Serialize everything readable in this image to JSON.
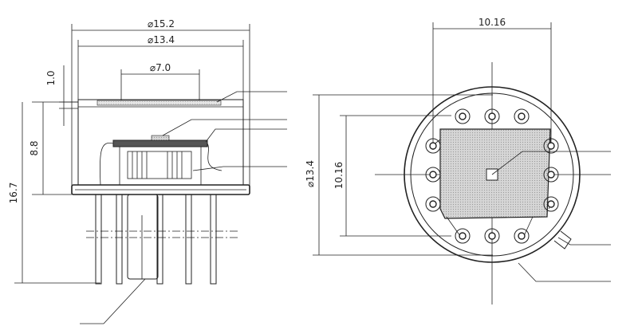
{
  "side_view": {
    "dim_outer_diameter": "⌀15.2",
    "dim_body_diameter": "⌀13.4",
    "dim_window_diameter": "⌀7.0",
    "dim_cap_thickness": "1.0",
    "dim_body_height": "8.8",
    "dim_total_height": "16.7"
  },
  "top_view": {
    "dim_pin_span_horizontal": "10.16",
    "dim_pin_span_vertical": "10.16",
    "dim_body_diameter": "⌀13.4"
  }
}
